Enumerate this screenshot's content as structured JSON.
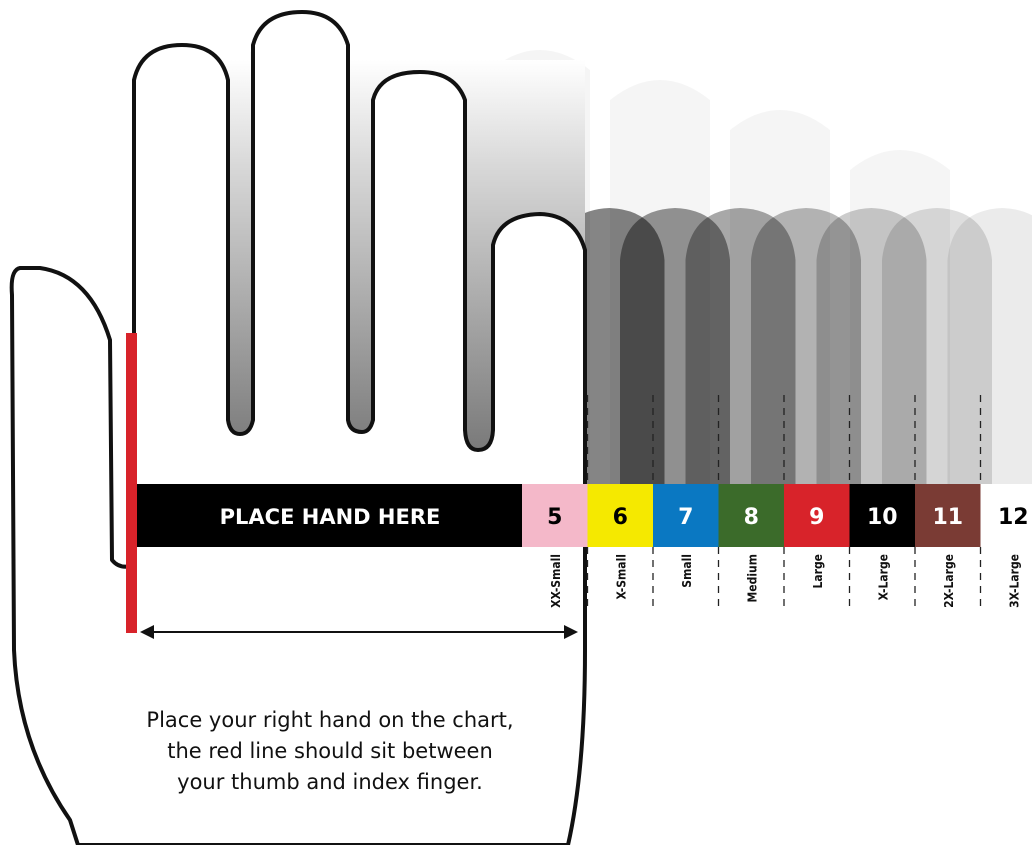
{
  "bar": {
    "label": "PLACE HAND HERE",
    "color": "#000000",
    "label_color": "#ffffff"
  },
  "sizes": [
    {
      "number": "5",
      "name": "XX-Small",
      "color": "#f4b8c9",
      "text_color": "#000000"
    },
    {
      "number": "6",
      "name": "X-Small",
      "color": "#f5e900",
      "text_color": "#000000"
    },
    {
      "number": "7",
      "name": "Small",
      "color": "#0a78c2",
      "text_color": "#ffffff"
    },
    {
      "number": "8",
      "name": "Medium",
      "color": "#3b6b2a",
      "text_color": "#ffffff"
    },
    {
      "number": "9",
      "name": "Large",
      "color": "#d8232a",
      "text_color": "#ffffff"
    },
    {
      "number": "10",
      "name": "X-Large",
      "color": "#000000",
      "text_color": "#ffffff"
    },
    {
      "number": "11",
      "name": "2X-Large",
      "color": "#7a3b34",
      "text_color": "#ffffff"
    },
    {
      "number": "12",
      "name": "3X-Large",
      "color": "#ffffff",
      "text_color": "#000000"
    }
  ],
  "instructions": {
    "line1": "Place your right hand on the chart,",
    "line2": "the red line should sit between",
    "line3": "your thumb and index finger."
  },
  "colors": {
    "red_line": "#d8232a",
    "outline": "#111111"
  }
}
